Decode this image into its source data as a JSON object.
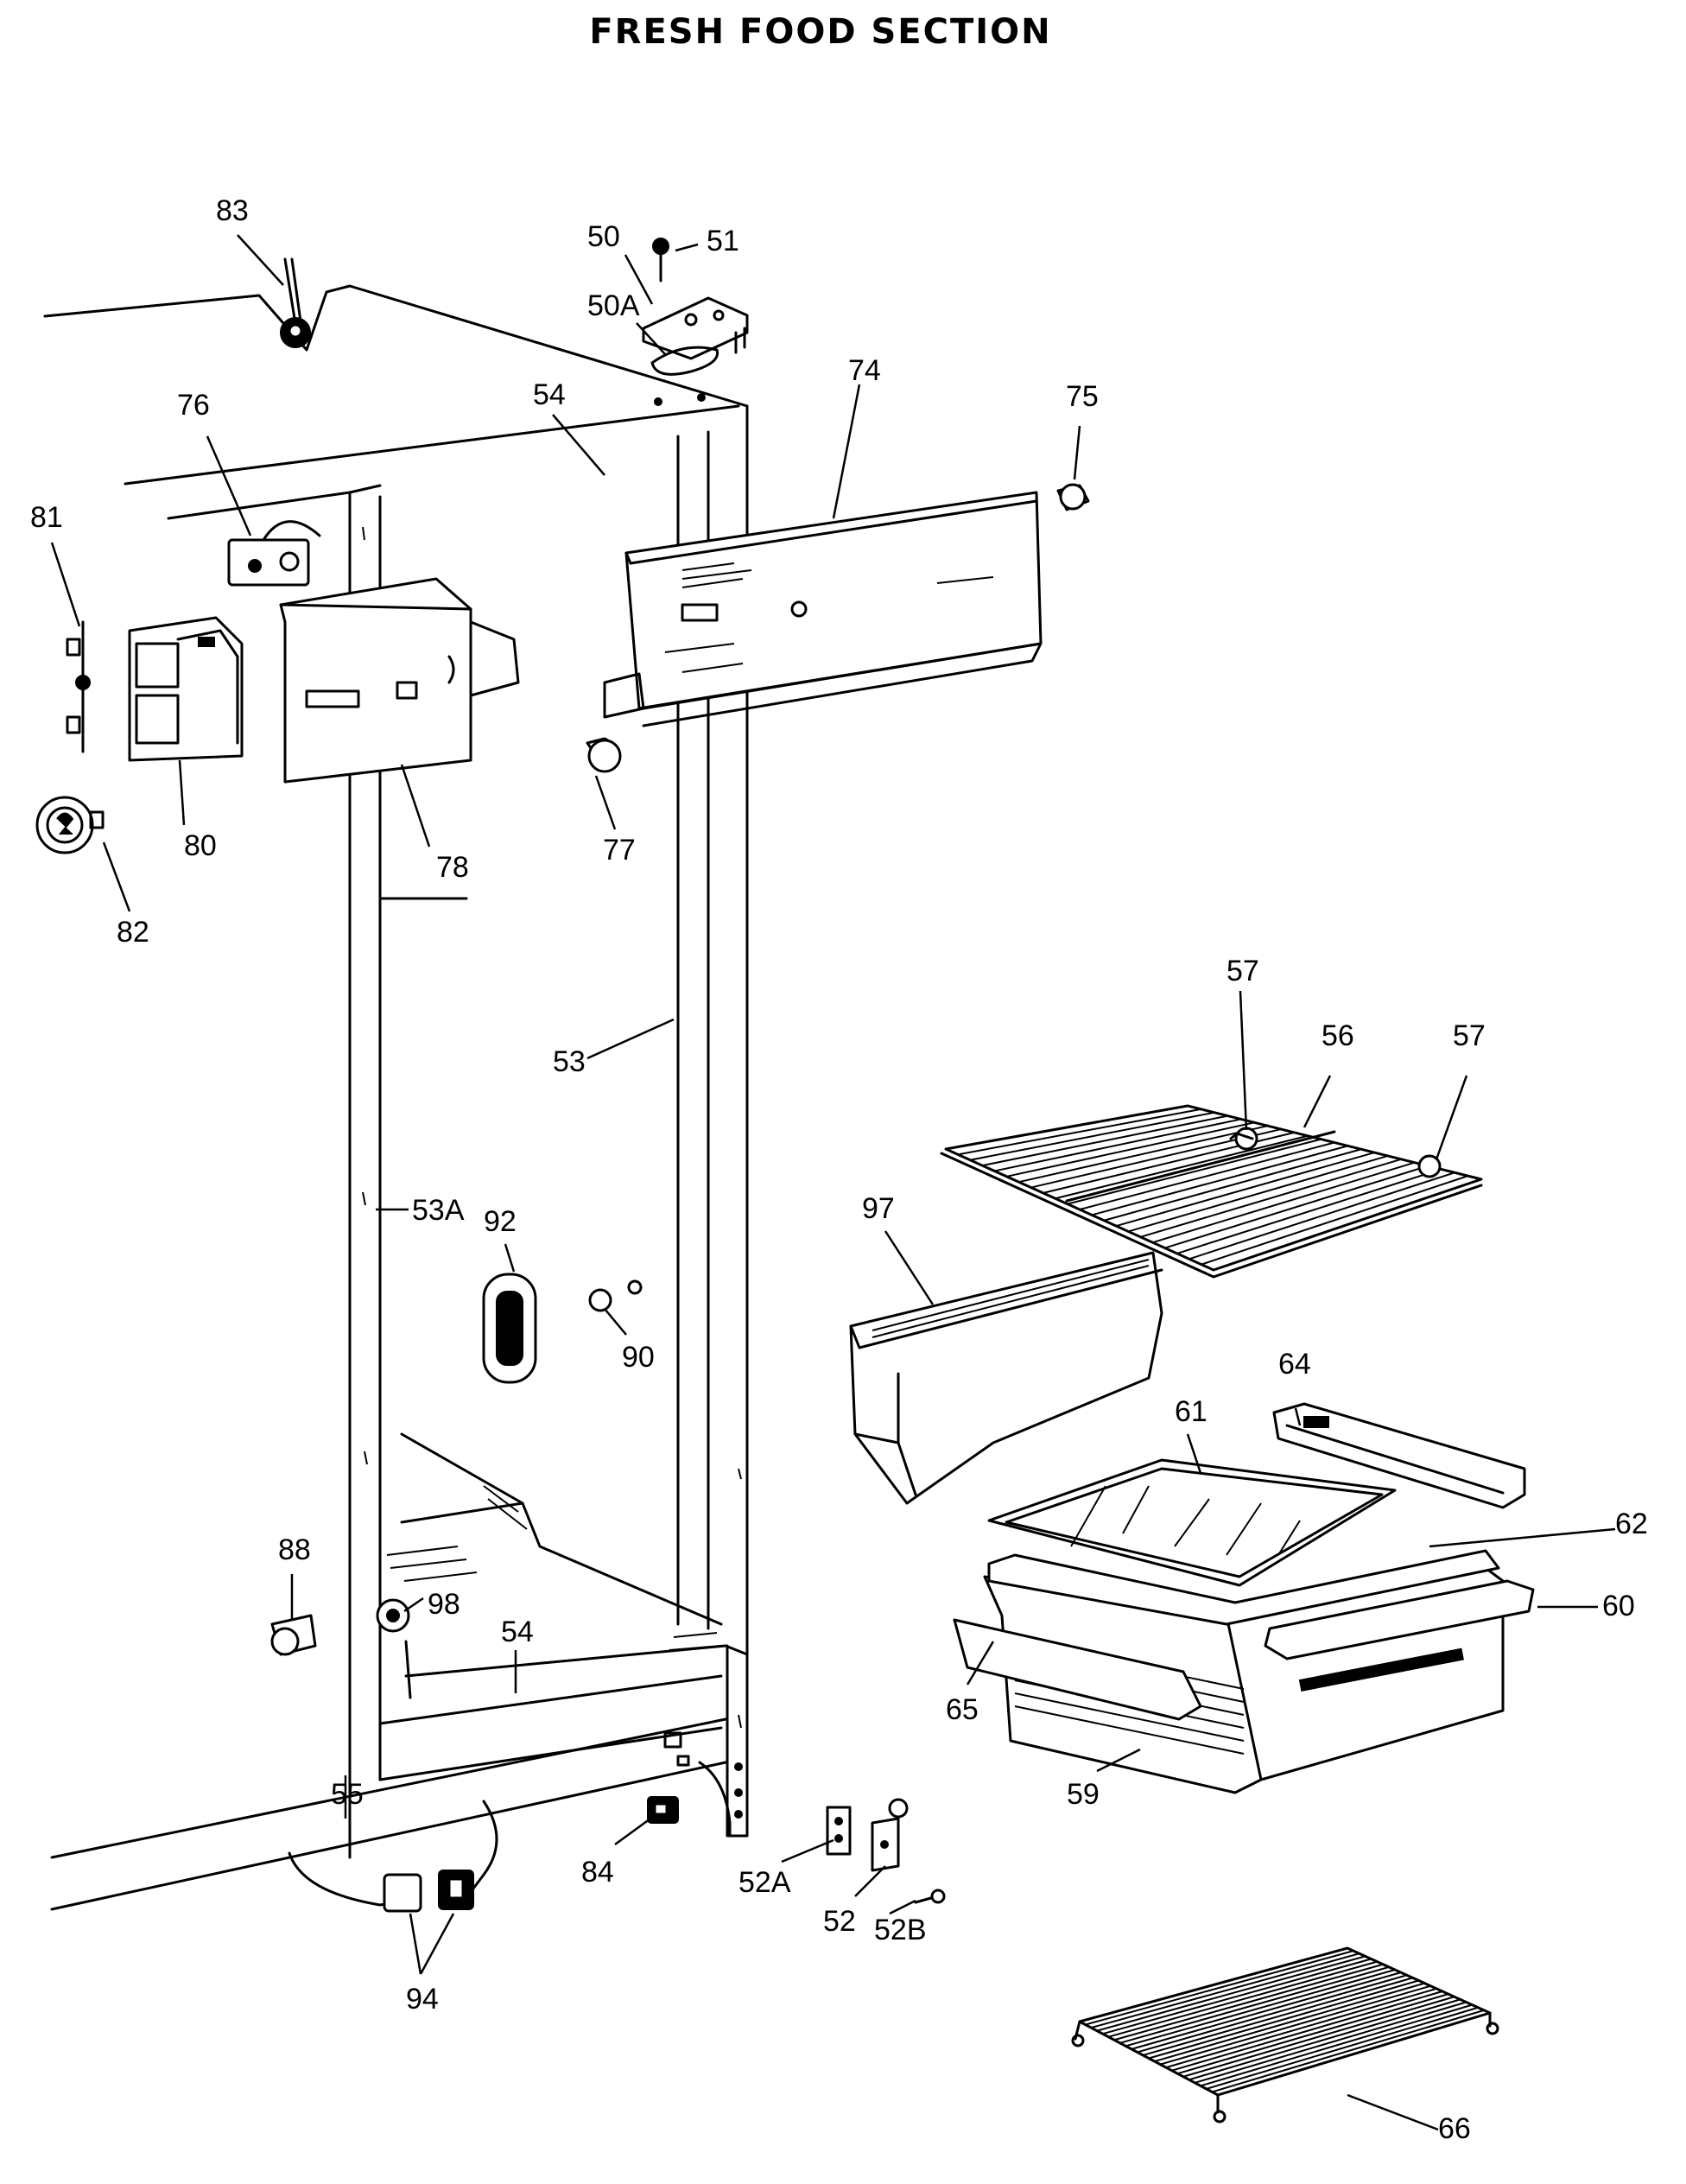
{
  "title": "FRESH FOOD SECTION",
  "callouts": [
    "83",
    "50",
    "51",
    "50A",
    "54",
    "74",
    "75",
    "76",
    "81",
    "80",
    "78",
    "77",
    "82",
    "53",
    "57",
    "56",
    "57b",
    "97",
    "53A",
    "92",
    "90",
    "61",
    "64",
    "62",
    "60",
    "88",
    "98",
    "54b",
    "65",
    "59",
    "55",
    "84",
    "52A",
    "52",
    "52B",
    "94",
    "66"
  ],
  "labels": {
    "83": "83",
    "50": "50",
    "51": "51",
    "50A": "50A",
    "54": "54",
    "74": "74",
    "75": "75",
    "76": "76",
    "81": "81",
    "80": "80",
    "78": "78",
    "77": "77",
    "82": "82",
    "53": "53",
    "57": "57",
    "56": "56",
    "57b": "57",
    "97": "97",
    "53A": "53A",
    "92": "92",
    "90": "90",
    "61": "61",
    "64": "64",
    "62": "62",
    "60": "60",
    "88": "88",
    "98": "98",
    "54b": "54",
    "65": "65",
    "59": "59",
    "55": "55",
    "84": "84",
    "52A": "52A",
    "52": "52",
    "52B": "52B",
    "94": "94",
    "66": "66"
  }
}
